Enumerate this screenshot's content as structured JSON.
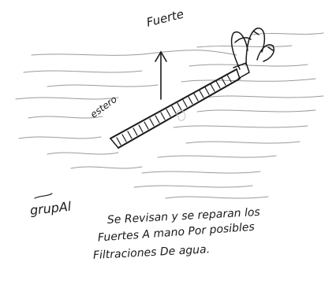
{
  "labels": {
    "fuerte": "Fuerte",
    "estero": "estero",
    "grupal": "grupAl"
  },
  "note": {
    "line1": "Se Revisan y se reparan los",
    "line2": "Fuertes A mano Por posibles",
    "line3": "Filtraciones De agua."
  },
  "colors": {
    "ink": "#1a1a1a",
    "hatch": "#9a9a9a",
    "background": "#ffffff"
  }
}
